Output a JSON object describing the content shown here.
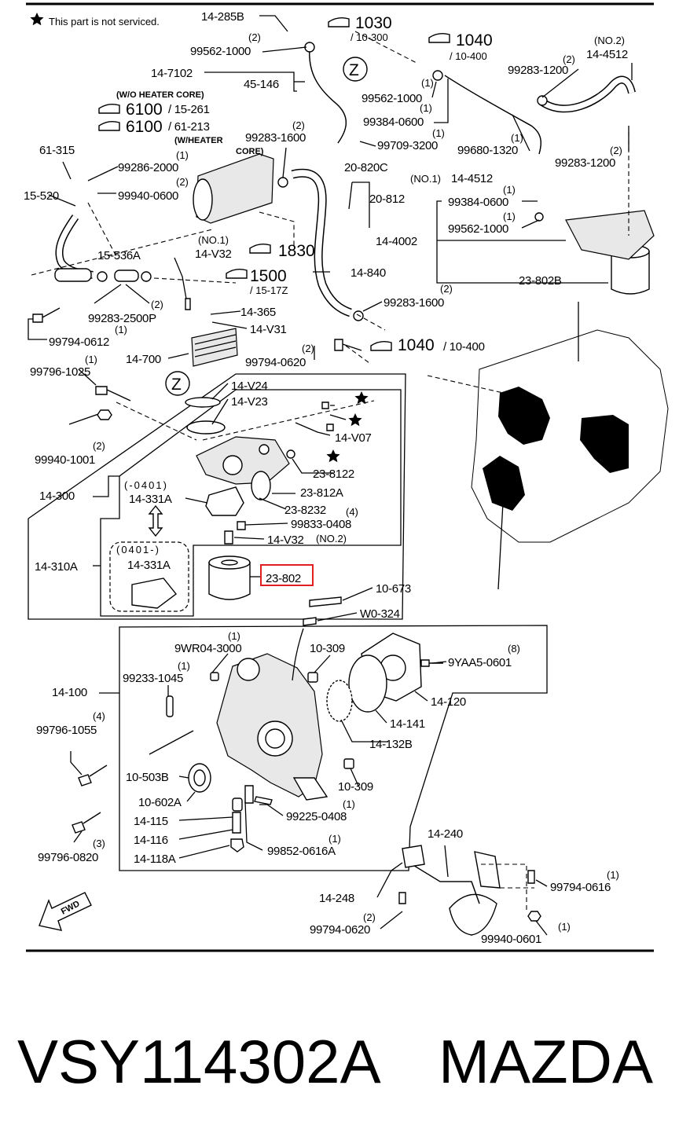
{
  "note": "This part is not serviced.",
  "highlight_color": "#e02020",
  "footer": {
    "part_number": "VSY114302A",
    "brand": "MAZDA"
  },
  "labels": {
    "p14_285B": "14-285B",
    "q2_a": "(2)",
    "p99562_1000_a": "99562-1000",
    "ref1030": "1030",
    "ref1030_sub": "/ 10-300",
    "ref1040": "1040",
    "ref1040_sub": "/ 10-400",
    "no2_a": "(NO.2)",
    "p14_4512_a": "14-4512",
    "q2_b": "(2)",
    "p99283_1200_a": "99283-1200",
    "p14_7102": "14-7102",
    "p45_146": "45-146",
    "wo_heater": "(W/O HEATER CORE)",
    "ref6100_a": "6100",
    "ref6100_a_sub": "/ 15-261",
    "ref6100_b": "6100",
    "ref6100_b_sub": "/ 61-213",
    "w_heater": "(W/HEATER",
    "core": "CORE)",
    "q1_a": "(1)",
    "p99562_1000_b": "99562-1000",
    "q1_b": "(1)",
    "p99384_0600_a": "99384-0600",
    "q1_c": "(1)",
    "p99709_3200": "99709-3200",
    "q1_d": "(1)",
    "p99680_1320": "99680-1320",
    "q2_c": "(2)",
    "p99283_1200_b": "99283-1200",
    "p61_315": "61-315",
    "p99286_2000": "99286-2000",
    "q2_d": "(2)",
    "p99283_1600_a": "99283-1600",
    "q1_e": "(1)",
    "q2_e": "(2)",
    "p99940_0600": "99940-0600",
    "p15_520": "15-520",
    "p20_820C": "20-820C",
    "no1_a": "(NO.1)",
    "p14_4512_b": "14-4512",
    "p20_812": "20-812",
    "q1_f": "(1)",
    "p99384_0600_b": "99384-0600",
    "q1_g": "(1)",
    "p99562_1000_c": "99562-1000",
    "p14_4002": "14-4002",
    "no1_b": "(NO.1)",
    "p14_V32_a": "14-V32",
    "ref1830": "1830",
    "p15_536A": "15-536A",
    "ref1500": "1500",
    "ref1500_sub": "/ 15-17Z",
    "p14_840": "14-840",
    "p23_802B": "23-802B",
    "q2_f": "(2)",
    "p99283_2500P": "99283-2500P",
    "p14_365": "14-365",
    "q2_g": "(2)",
    "p99283_1600_b": "99283-1600",
    "q1_h": "(1)",
    "p99794_0612": "99794-0612",
    "p14_V31": "14-V31",
    "q2_h": "(2)",
    "ref1040_b": "1040",
    "ref1040_b_sub": "/ 10-400",
    "p14_700": "14-700",
    "p99794_0620_a": "99794-0620",
    "q1_i": "(1)",
    "p99796_1025": "99796-1025",
    "z_mark": "Z",
    "p14_V24": "14-V24",
    "p14_V23": "14-V23",
    "p14_V07": "14-V07",
    "q2_i": "(2)",
    "p99940_1001": "99940-1001",
    "p23_8122": "23-8122",
    "date_a": "(-0401)",
    "p14_300": "14-300",
    "p14_331A_a": "14-331A",
    "p23_812A": "23-812A",
    "p23_8232": "23-8232",
    "q4_a": "(4)",
    "p99833_0408": "99833-0408",
    "p14_V32_b": "14-V32",
    "no2_b": "(NO.2)",
    "date_b": "(0401-)",
    "p14_310A": "14-310A",
    "p14_331A_b": "14-331A",
    "p23_802": "23-802",
    "p10_673": "10-673",
    "p_W0_324": "W0-324",
    "q1_j": "(1)",
    "p9WR04_3000": "9WR04-3000",
    "p10_309_a": "10-309",
    "q8": "(8)",
    "p9YAA5_0601": "9YAA5-0601",
    "q1_k": "(1)",
    "p99233_1045": "99233-1045",
    "p14_100": "14-100",
    "p14_120": "14-120",
    "q4_b": "(4)",
    "p99796_1055": "99796-1055",
    "p14_141": "14-141",
    "p14_132B": "14-132B",
    "p10_503B": "10-503B",
    "p10_309_b": "10-309",
    "p10_602A": "10-602A",
    "q1_l": "(1)",
    "p99225_0408": "99225-0408",
    "p14_115": "14-115",
    "p14_240": "14-240",
    "q1_m": "(1)",
    "p14_116": "14-116",
    "p99852_0616A": "99852-0616A",
    "q3": "(3)",
    "p14_118A": "14-118A",
    "p99796_0820": "99796-0820",
    "q1_n": "(1)",
    "p99794_0616": "99794-0616",
    "p14_248": "14-248",
    "fwd": "FWD",
    "q2_j": "(2)",
    "p99794_0620_b": "99794-0620",
    "q1_o": "(1)",
    "p99940_0601": "99940-0601"
  }
}
